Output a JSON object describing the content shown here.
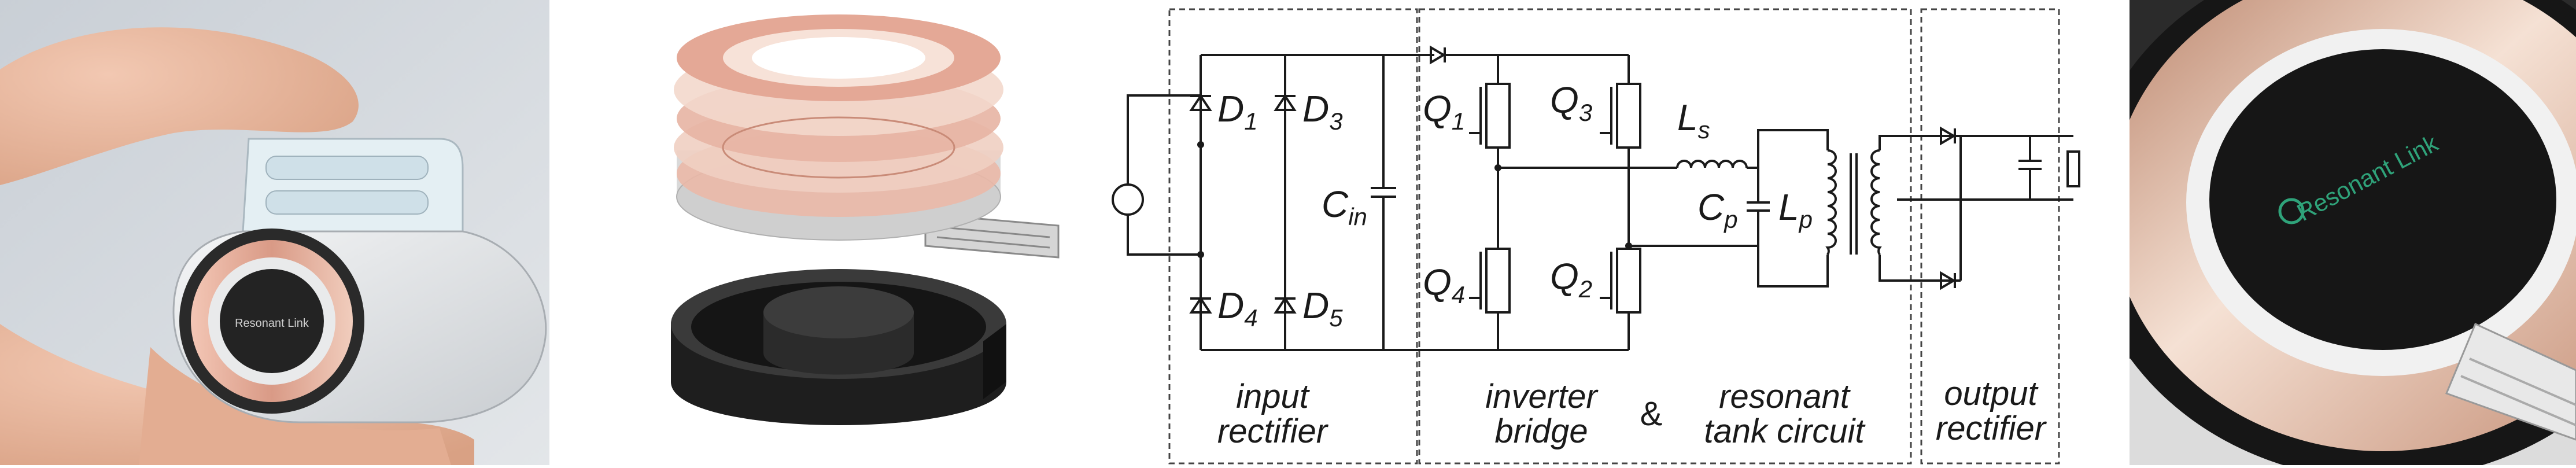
{
  "panels": {
    "device_photo": {
      "logo_text": "Resonant Link",
      "colors": {
        "background": "#d4d9de",
        "device": "#e6e8ea",
        "coil_copper": "#d9a48f",
        "skin": "#e8b9a0"
      }
    },
    "coil_render": {
      "colors": {
        "copper": "#e3a593",
        "ferrite": "#262626",
        "pcb": "#dadada"
      }
    },
    "circuit": {
      "components": {
        "D1": {
          "main": "D",
          "sub": "1"
        },
        "D3": {
          "main": "D",
          "sub": "3"
        },
        "D4": {
          "main": "D",
          "sub": "4"
        },
        "D5": {
          "main": "D",
          "sub": "5"
        },
        "Cin": {
          "main": "C",
          "sub": "in"
        },
        "Q1": {
          "main": "Q",
          "sub": "1"
        },
        "Q2": {
          "main": "Q",
          "sub": "2"
        },
        "Q3": {
          "main": "Q",
          "sub": "3"
        },
        "Q4": {
          "main": "Q",
          "sub": "4"
        },
        "Ls": {
          "main": "L",
          "sub": "s"
        },
        "Cp": {
          "main": "C",
          "sub": "p"
        },
        "Lp": {
          "main": "L",
          "sub": "p"
        }
      },
      "sections": {
        "input_rectifier": [
          "input",
          "rectifier"
        ],
        "inverter_bridge": [
          "inverter",
          "bridge"
        ],
        "ampersand": "&",
        "resonant_tank": [
          "resonant",
          "tank circuit"
        ],
        "output_rectifier": [
          "output",
          "rectifier"
        ]
      }
    },
    "coil_closeup": {
      "logo_text": "Resonant Link",
      "colors": {
        "black": "#1c1c1c",
        "copper": "#dcae98",
        "logo": "#2fa37a"
      }
    }
  }
}
